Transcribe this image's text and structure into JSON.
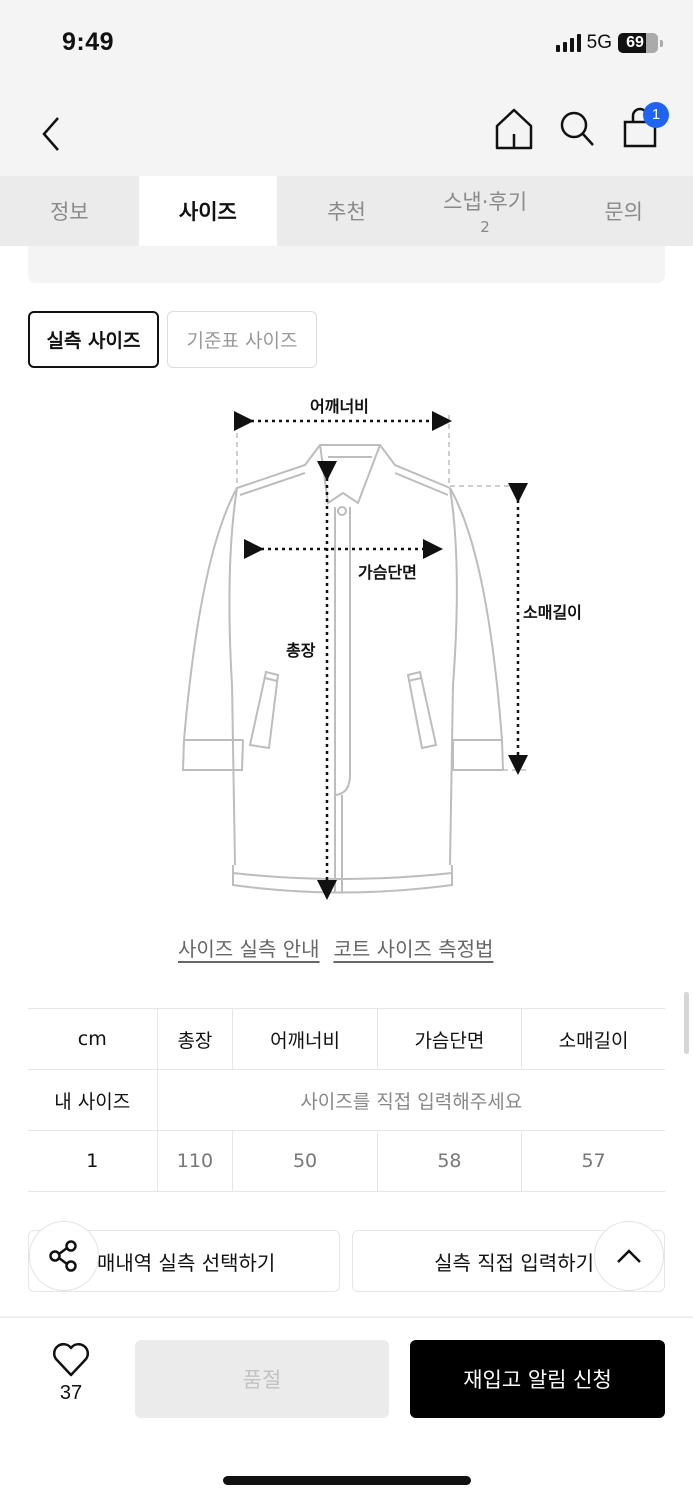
{
  "status_bar": {
    "time": "9:49",
    "network": "5G",
    "battery": "69"
  },
  "nav": {
    "back_icon": "chevron-left-icon",
    "home_icon": "home-icon",
    "search_icon": "search-icon",
    "cart_icon": "shopping-bag-icon",
    "cart_badge": "1"
  },
  "tabs": [
    {
      "label": "정보",
      "active": false
    },
    {
      "label": "사이즈",
      "active": true
    },
    {
      "label": "추천",
      "active": false
    },
    {
      "label": "스냅·후기",
      "count": "2",
      "active": false
    },
    {
      "label": "문의",
      "active": false
    }
  ],
  "size_toggle": {
    "actual": "실측 사이즈",
    "standard": "기준표 사이즈"
  },
  "diagram": {
    "shoulder": "어깨너비",
    "chest": "가슴단면",
    "length": "총장",
    "sleeve": "소매길이"
  },
  "guide_links": {
    "size_guide": "사이즈 실측 안내",
    "coat_guide": "코트 사이즈 측정법"
  },
  "size_table": {
    "headers": [
      "cm",
      "총장",
      "어깨너비",
      "가슴단면",
      "소매길이"
    ],
    "my_size_label": "내 사이즈",
    "my_size_placeholder": "사이즈를 직접 입력해주세요",
    "rows": [
      {
        "size": "1",
        "values": [
          "110",
          "50",
          "58",
          "57"
        ]
      }
    ]
  },
  "actions": {
    "purchase_history": "매내역 실측 선택하기",
    "manual_input": "실측 직접 입력하기"
  },
  "floating": {
    "share_icon": "share-icon",
    "scroll_top_icon": "chevron-up-icon"
  },
  "bottom_bar": {
    "like_count": "37",
    "soldout": "품절",
    "restock": "재입고 알림 신청"
  }
}
